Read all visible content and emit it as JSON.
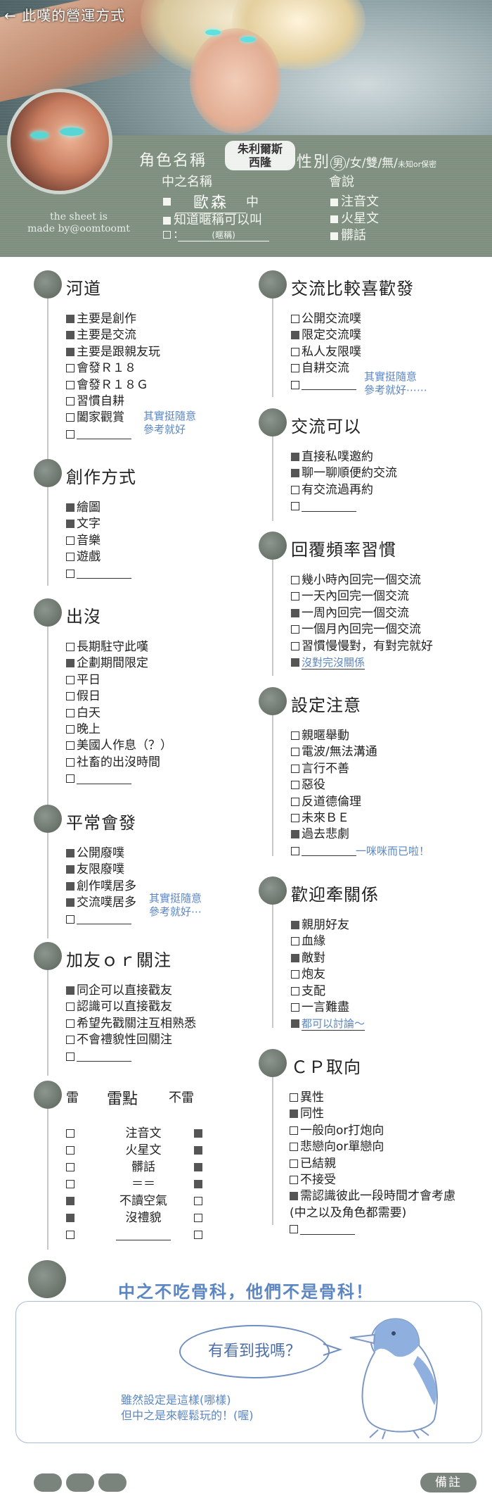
{
  "header": {
    "back_title": "← 此嘆的營運方式",
    "credit_line1": "the sheet is",
    "credit_line2": "made by@oomtoomt",
    "role_name_label": "角色名稱",
    "role_name_value_1": "朱利爾斯",
    "role_name_value_2": "西隆",
    "gender_label": "性別",
    "gender_selected": "男",
    "gender_options": "/女/雙/無/",
    "gender_unknown": "未知or保密",
    "real_name_label": "中之名稱",
    "real_name_value": "歐森",
    "real_name_suffix": "中",
    "nickname_option": "知道暱稱可以叫",
    "nickname_hint": "(暱稱)",
    "language_label": "會說",
    "languages": [
      "注音文",
      "火星文",
      "髒話"
    ]
  },
  "sections": {
    "hedao": {
      "title": "河道",
      "items": [
        {
          "label": "主要是創作",
          "checked": true
        },
        {
          "label": "主要是交流",
          "checked": true
        },
        {
          "label": "主要是跟親友玩",
          "checked": true
        },
        {
          "label": "會發Ｒ１８",
          "checked": false
        },
        {
          "label": "會發Ｒ１８Ｇ",
          "checked": false
        },
        {
          "label": "習慣自耕",
          "checked": false
        },
        {
          "label": "闔家觀賞",
          "checked": false
        }
      ],
      "note_1": "其實挺隨意",
      "note_2": "參考就好"
    },
    "creation": {
      "title": "創作方式",
      "items": [
        {
          "label": "繪圖",
          "checked": true
        },
        {
          "label": "文字",
          "checked": true
        },
        {
          "label": "音樂",
          "checked": false
        },
        {
          "label": "遊戲",
          "checked": false
        }
      ]
    },
    "presence": {
      "title": "出沒",
      "items": [
        {
          "label": "長期駐守此嘆",
          "checked": false
        },
        {
          "label": "企劃期間限定",
          "checked": true
        },
        {
          "label": "平日",
          "checked": false
        },
        {
          "label": "假日",
          "checked": false
        },
        {
          "label": "白天",
          "checked": false
        },
        {
          "label": "晚上",
          "checked": false
        },
        {
          "label": "美國人作息（？）",
          "checked": false
        },
        {
          "label": "社畜的出沒時間",
          "checked": false
        }
      ]
    },
    "posting": {
      "title": "平常會發",
      "items": [
        {
          "label": "公開廢噗",
          "checked": true
        },
        {
          "label": "友限廢噗",
          "checked": true
        },
        {
          "label": "創作噗居多",
          "checked": true
        },
        {
          "label": "交流噗居多",
          "checked": true
        }
      ],
      "note_1": "其實挺隨意",
      "note_2": "參考就好⋯"
    },
    "follow": {
      "title": "加友ｏｒ關注",
      "items": [
        {
          "label": "同企可以直接戳友",
          "checked": true
        },
        {
          "label": "認識可以直接戳友",
          "checked": false
        },
        {
          "label": "希望先戳關注互相熟悉",
          "checked": false
        },
        {
          "label": "不會禮貌性回關注",
          "checked": false
        }
      ]
    },
    "lei": {
      "head_left": "雷",
      "head_mid": "雷點",
      "head_right": "不雷",
      "rows": [
        {
          "label": "注音文",
          "lei": false,
          "bulei": true
        },
        {
          "label": "火星文",
          "lei": false,
          "bulei": true
        },
        {
          "label": "髒話",
          "lei": false,
          "bulei": true
        },
        {
          "label": "＝＝",
          "lei": false,
          "bulei": true
        },
        {
          "label": "不讀空氣",
          "lei": true,
          "bulei": false
        },
        {
          "label": "沒禮貌",
          "lei": true,
          "bulei": false
        }
      ]
    },
    "exchange_pref": {
      "title": "交流比較喜歡發",
      "items": [
        {
          "label": "公開交流噗",
          "checked": false
        },
        {
          "label": "限定交流噗",
          "checked": true
        },
        {
          "label": "私人友限噗",
          "checked": false
        },
        {
          "label": "自耕交流",
          "checked": false
        }
      ],
      "note_1": "其實挺隨意",
      "note_2": "參考就好⋯⋯"
    },
    "exchange_ok": {
      "title": "交流可以",
      "items": [
        {
          "label": "直接私噗邀約",
          "checked": true
        },
        {
          "label": "聊一聊順便約交流",
          "checked": true
        },
        {
          "label": "有交流過再約",
          "checked": false
        }
      ]
    },
    "reply": {
      "title": "回覆頻率習慣",
      "items": [
        {
          "label": "幾小時內回完一個交流",
          "checked": false
        },
        {
          "label": "一天內回完一個交流",
          "checked": false
        },
        {
          "label": "一周內回完一個交流",
          "checked": true
        },
        {
          "label": "一個月內回完一個交流",
          "checked": false
        },
        {
          "label": "習慣慢慢對，有對完就好",
          "checked": false
        }
      ],
      "custom": "沒對完沒關係"
    },
    "setting": {
      "title": "設定注意",
      "items": [
        {
          "label": "親暱舉動",
          "checked": false
        },
        {
          "label": "電波/無法溝通",
          "checked": false
        },
        {
          "label": "言行不善",
          "checked": false
        },
        {
          "label": "惡役",
          "checked": false
        },
        {
          "label": "反道德倫理",
          "checked": false
        },
        {
          "label": "未來ＢＥ",
          "checked": false
        },
        {
          "label": "過去悲劇",
          "checked": true
        }
      ],
      "note": "一咪咪而已啦！"
    },
    "relation": {
      "title": "歡迎牽關係",
      "items": [
        {
          "label": "親朋好友",
          "checked": true
        },
        {
          "label": "血緣",
          "checked": false
        },
        {
          "label": "敵對",
          "checked": true
        },
        {
          "label": "炮友",
          "checked": false
        },
        {
          "label": "支配",
          "checked": false
        },
        {
          "label": "一言難盡",
          "checked": false
        }
      ],
      "custom": "都可以討論～"
    },
    "cp": {
      "title": "ＣＰ取向",
      "items": [
        {
          "label": "異性",
          "checked": false
        },
        {
          "label": "同性",
          "checked": true
        },
        {
          "label": "一般向or打炮向",
          "checked": false
        },
        {
          "label": "悲戀向or單戀向",
          "checked": false
        },
        {
          "label": "已結親",
          "checked": false
        },
        {
          "label": "不接受",
          "checked": false
        },
        {
          "label": "需認識彼此一段時間才會考慮",
          "checked": true
        }
      ],
      "extra": "(中之以及角色都需要)"
    }
  },
  "footer": {
    "slogan": "中之不吃骨科，他們不是骨科！",
    "speech": "有看到我嗎？",
    "note_line1": "雖然設定是這樣(哪樣)",
    "note_line2": "但中之是來輕鬆玩的！(喔)",
    "remarks": "備註"
  },
  "colors": {
    "accent_blue": "#5b86c2",
    "header_green": "#7e8e7f",
    "bubble": "#6e786f",
    "checked_box": "#555555"
  }
}
